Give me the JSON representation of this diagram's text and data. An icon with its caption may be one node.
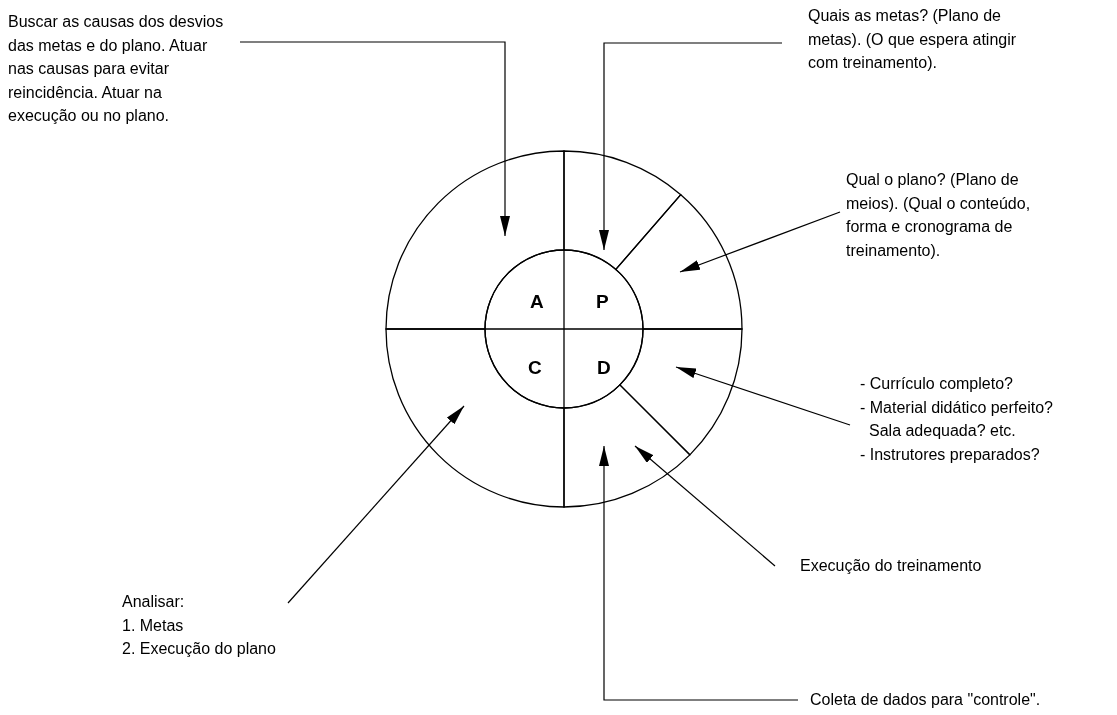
{
  "diagram": {
    "nodes": [
      {
        "text": [
          "Buscar as causas dos desvios das metas e do plano. Atuar nas causas para evitar reincidência. Atuar na execução ou no plano."
        ]
      },
      {
        "text": [
          "Quais as metas? (Plano de metas). (O que espera atingir com treinamento)."
        ]
      },
      {
        "text": [
          "Qual o plano? (Plano de meios). (Qual o conteúdo, forma e cronograma de treinamento)."
        ]
      },
      {
        "text": [
          "- Currículo completo?",
          "- Material didático perfeito? Sala adequada? etc.",
          "- Instrutores preparados?"
        ]
      },
      {
        "text": [
          "Analisar:",
          "1. Metas",
          "2. Execução do plano"
        ]
      },
      {
        "text": [
          "Execução do treinamento"
        ]
      },
      {
        "text": [
          "Coleta de dados para \"controle\"."
        ]
      },
      {
        "text": [],
        "shape": "sector"
      },
      {
        "text": [],
        "shape": "sector"
      },
      {
        "text": [],
        "shape": "sector"
      },
      {
        "text": [],
        "shape": "sector"
      },
      {
        "text": [],
        "shape": "sector"
      },
      {
        "text": [],
        "shape": "sector"
      }
    ],
    "edges": [
      {
        "from": 0,
        "to": 7,
        "arrow": "to"
      },
      {
        "from": 1,
        "to": 8,
        "arrow": "to"
      },
      {
        "from": 2,
        "to": 9,
        "arrow": "to"
      },
      {
        "from": 3,
        "to": 10,
        "arrow": "to"
      },
      {
        "from": 5,
        "to": 11,
        "arrow": "to"
      },
      {
        "from": 6,
        "to": 11,
        "arrow": "to"
      },
      {
        "from": 4,
        "to": 12,
        "arrow": "to"
      }
    ],
    "labels": [
      "A",
      "P",
      "C",
      "D"
    ]
  }
}
